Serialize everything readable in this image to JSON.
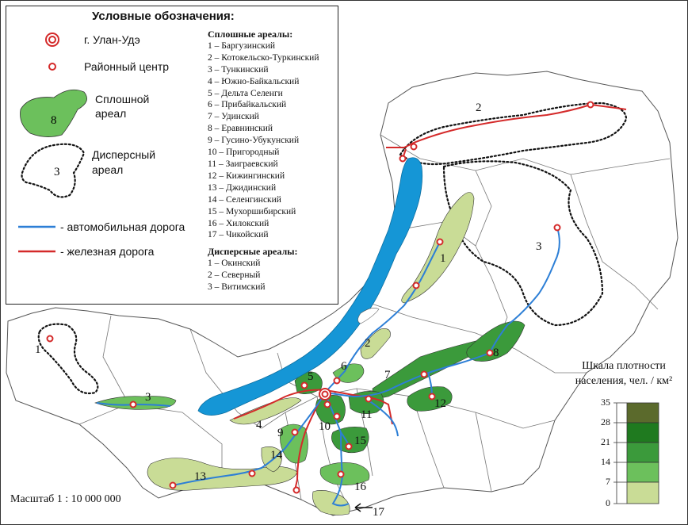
{
  "legend": {
    "title": "Условные обозначения:",
    "capital": "г. Улан-Удэ",
    "district_center": "Районный центр",
    "solid_area_l1": "Сплошной",
    "solid_area_l2": "ареал",
    "solid_area_num": "8",
    "dispersed_area_l1": "Дисперсный",
    "dispersed_area_l2": "ареал",
    "dispersed_area_num": "3",
    "road": "- автомобильная дорога",
    "railway": "- железная дорога",
    "solid_header": "Сплошные ареалы:",
    "solid_items": [
      "1 – Баргузинский",
      "2 – Котокельско-Туркинский",
      "3 – Тункинский",
      "4 – Южно-Байкальский",
      "5 – Дельта Селенги",
      "6 – Прибайкальский",
      "7 – Удинский",
      "8 – Еравнинский",
      "9 – Гусино-Убукунский",
      "10 – Пригородный",
      "11 – Заиграевский",
      "12 – Кижингинский",
      "13 – Джидинский",
      "14 – Селенгинский",
      "15 – Мухоршибирский",
      "16 – Хилокский",
      "17 – Чикойский"
    ],
    "dispersed_header": "Дисперсные ареалы:",
    "dispersed_items": [
      "1 – Окинский",
      "2 – Северный",
      "3 – Витимский"
    ]
  },
  "scale": "Масштаб 1 : 10 000 000",
  "density_scale": {
    "title_l1": "Шкала плотности",
    "title_l2": "населения, чел. / км²",
    "ticks": [
      "35",
      "28",
      "21",
      "14",
      "7",
      "0"
    ],
    "colors": [
      "#5b6a2c",
      "#1f7a1f",
      "#3b9a3b",
      "#6cc05c",
      "#c9dc96"
    ]
  },
  "map_labels": {
    "d1": "1",
    "d2": "2",
    "d3": "3",
    "s1": "1",
    "s2": "2",
    "s3": "3",
    "s4": "4",
    "s5": "5",
    "s6": "6",
    "s7": "7",
    "s8": "8",
    "s9": "9",
    "s10": "10",
    "s11": "11",
    "s12": "12",
    "s13": "13",
    "s14": "14",
    "s15": "15",
    "s16": "16",
    "s17": "17"
  },
  "colors": {
    "lake": "#1596d6",
    "road": "#2d7fd6",
    "railway": "#d42a2a",
    "border": "#555555"
  }
}
